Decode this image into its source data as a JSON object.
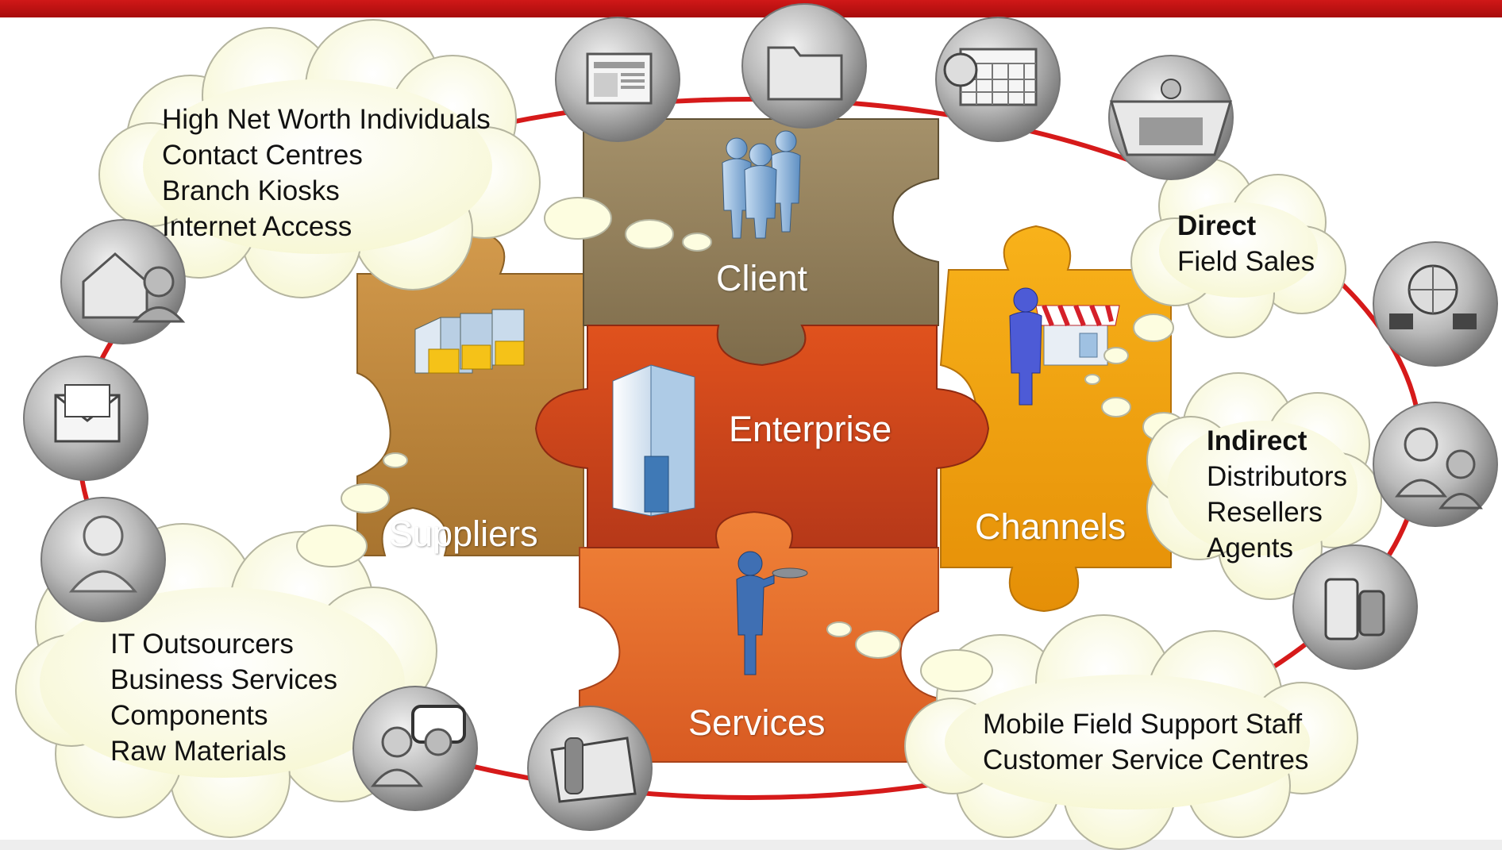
{
  "colors": {
    "accent_red": "#cc1111",
    "client": "#8f7d5a",
    "suppliers": "#c08a3e",
    "enterprise": "#c9441c",
    "channels": "#f2a10c",
    "services": "#e4692a",
    "cloud": "#fdfde0"
  },
  "pieces": {
    "client": "Client",
    "suppliers": "Suppliers",
    "enterprise": "Enterprise",
    "channels": "Channels",
    "services": "Services"
  },
  "clouds": {
    "client": [
      "High Net Worth Individuals",
      "Contact Centres",
      "Branch Kiosks",
      "Internet Access"
    ],
    "direct": {
      "heading": "Direct",
      "items": [
        "Field Sales"
      ]
    },
    "indirect": {
      "heading": "Indirect",
      "items": [
        "Distributors",
        "Resellers",
        "Agents"
      ]
    },
    "suppliers": [
      "IT Outsourcers",
      "Business Services",
      "Components",
      "Raw Materials"
    ],
    "services": [
      "Mobile Field Support Staff",
      "Customer Service Centres"
    ]
  },
  "ring_icons": [
    "web-page-icon",
    "folder-icon",
    "calendar-clock-icon",
    "video-conference-icon",
    "global-network-icon",
    "call-centre-agents-icon",
    "handheld-device-icon",
    "desk-phone-icon",
    "chat-users-icon",
    "user-icon",
    "envelope-letter-icon",
    "home-user-icon"
  ]
}
